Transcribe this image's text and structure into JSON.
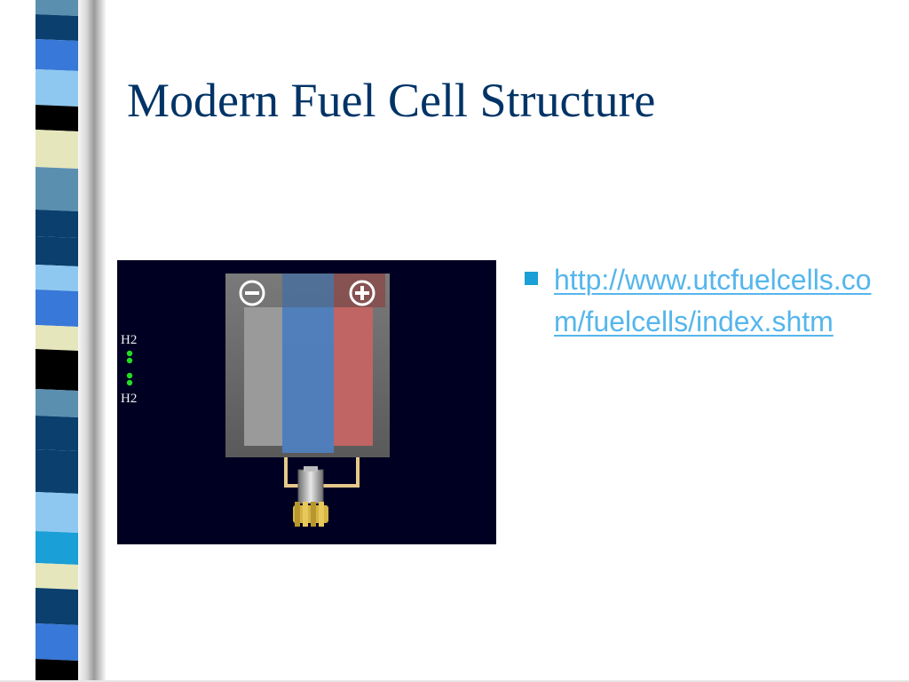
{
  "slide": {
    "title": "Modern Fuel Cell Structure",
    "bullets": [
      {
        "text": "http://www.utcfuelcells.com/fuelcells/index.shtm"
      }
    ]
  },
  "diagram": {
    "labels": {
      "top_gas": "H2",
      "bottom_gas": "H2",
      "negative_terminal": "−",
      "positive_terminal": "+"
    },
    "icons": [
      "minus-icon",
      "plus-icon",
      "motor-icon",
      "gear-icon"
    ]
  },
  "colors": {
    "title": "#003366",
    "link": "#55b6ec",
    "bullet_marker": "#1a9fd6",
    "diagram_background": "#000022",
    "anode": "#9a9a9a",
    "electrolyte": "#4f7fbf",
    "cathode": "#c06464",
    "hydrogen_dots": "#22dd22",
    "wire": "#e6c98a"
  }
}
